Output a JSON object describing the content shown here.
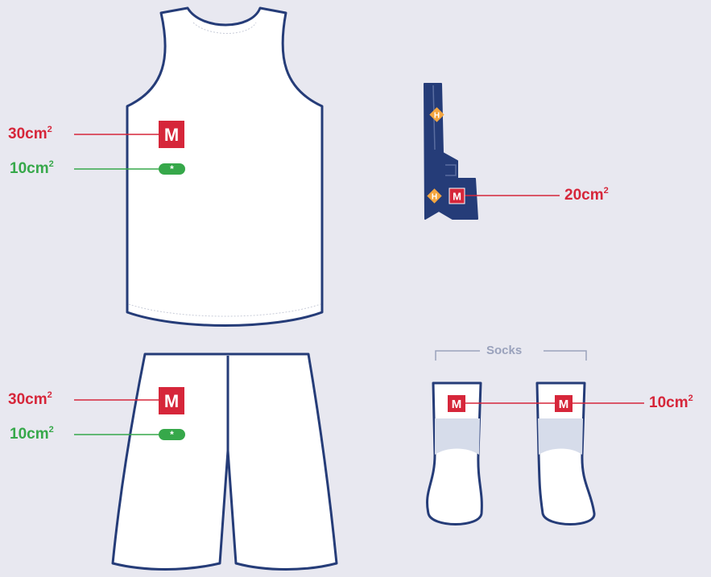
{
  "labels": {
    "jersey_manufacturer": {
      "value": "30cm",
      "sup": "2"
    },
    "jersey_other": {
      "value": "10cm",
      "sup": "2"
    },
    "shorts_manufacturer": {
      "value": "30cm",
      "sup": "2"
    },
    "shorts_other": {
      "value": "10cm",
      "sup": "2"
    },
    "shoe": {
      "value": "20cm",
      "sup": "2"
    },
    "socks": {
      "value": "10cm",
      "sup": "2"
    }
  },
  "marks": {
    "manufacturer": "M",
    "other": "*",
    "heel": "H"
  },
  "socks_title": "Socks",
  "colors": {
    "background": "#e8e8f0",
    "outline": "#253c78",
    "manufacturer_red": "#d6263a",
    "other_green": "#36a84a",
    "heel_orange": "#f4a640",
    "sock_band": "#d6dcea",
    "bracket_grey": "#9aa2bc"
  },
  "icons": [
    "jersey-icon",
    "shorts-icon",
    "shoe-icon",
    "sock-icon"
  ]
}
